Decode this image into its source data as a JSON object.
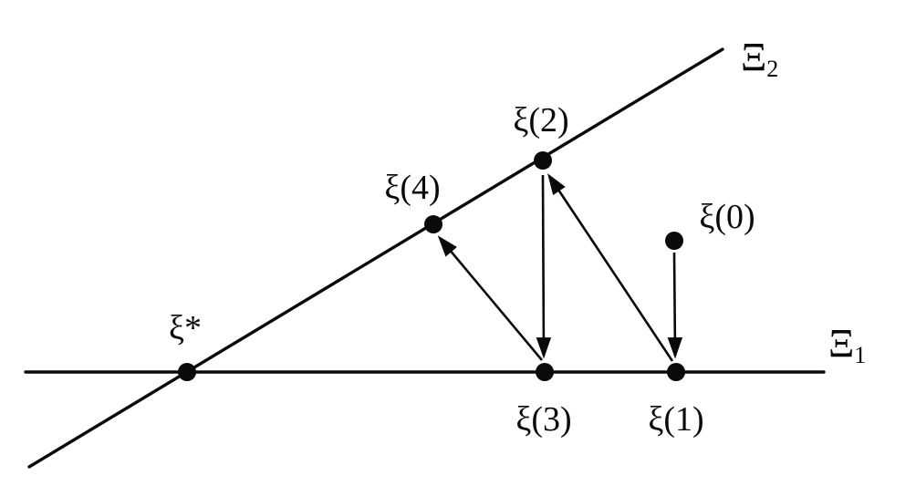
{
  "figure": {
    "colors": {
      "ink": "#0a0a0a",
      "background": "#ffffff"
    },
    "lines": {
      "xi1": {
        "label_main": "Ξ",
        "label_sub": "1"
      },
      "xi2": {
        "label_main": "Ξ",
        "label_sub": "2"
      }
    },
    "points": {
      "xi_star": {
        "label": "ξ*"
      },
      "xi0": {
        "label": "ξ(0)"
      },
      "xi1": {
        "label": "ξ(1)"
      },
      "xi2": {
        "label": "ξ(2)"
      },
      "xi3": {
        "label": "ξ(3)"
      },
      "xi4": {
        "label": "ξ(4)"
      }
    },
    "arrows": [
      {
        "from": "ξ(0)",
        "to": "ξ(1)"
      },
      {
        "from": "ξ(1)",
        "to": "ξ(2)"
      },
      {
        "from": "ξ(2)",
        "to": "ξ(3)"
      },
      {
        "from": "ξ(3)",
        "to": "ξ(4)"
      }
    ]
  }
}
